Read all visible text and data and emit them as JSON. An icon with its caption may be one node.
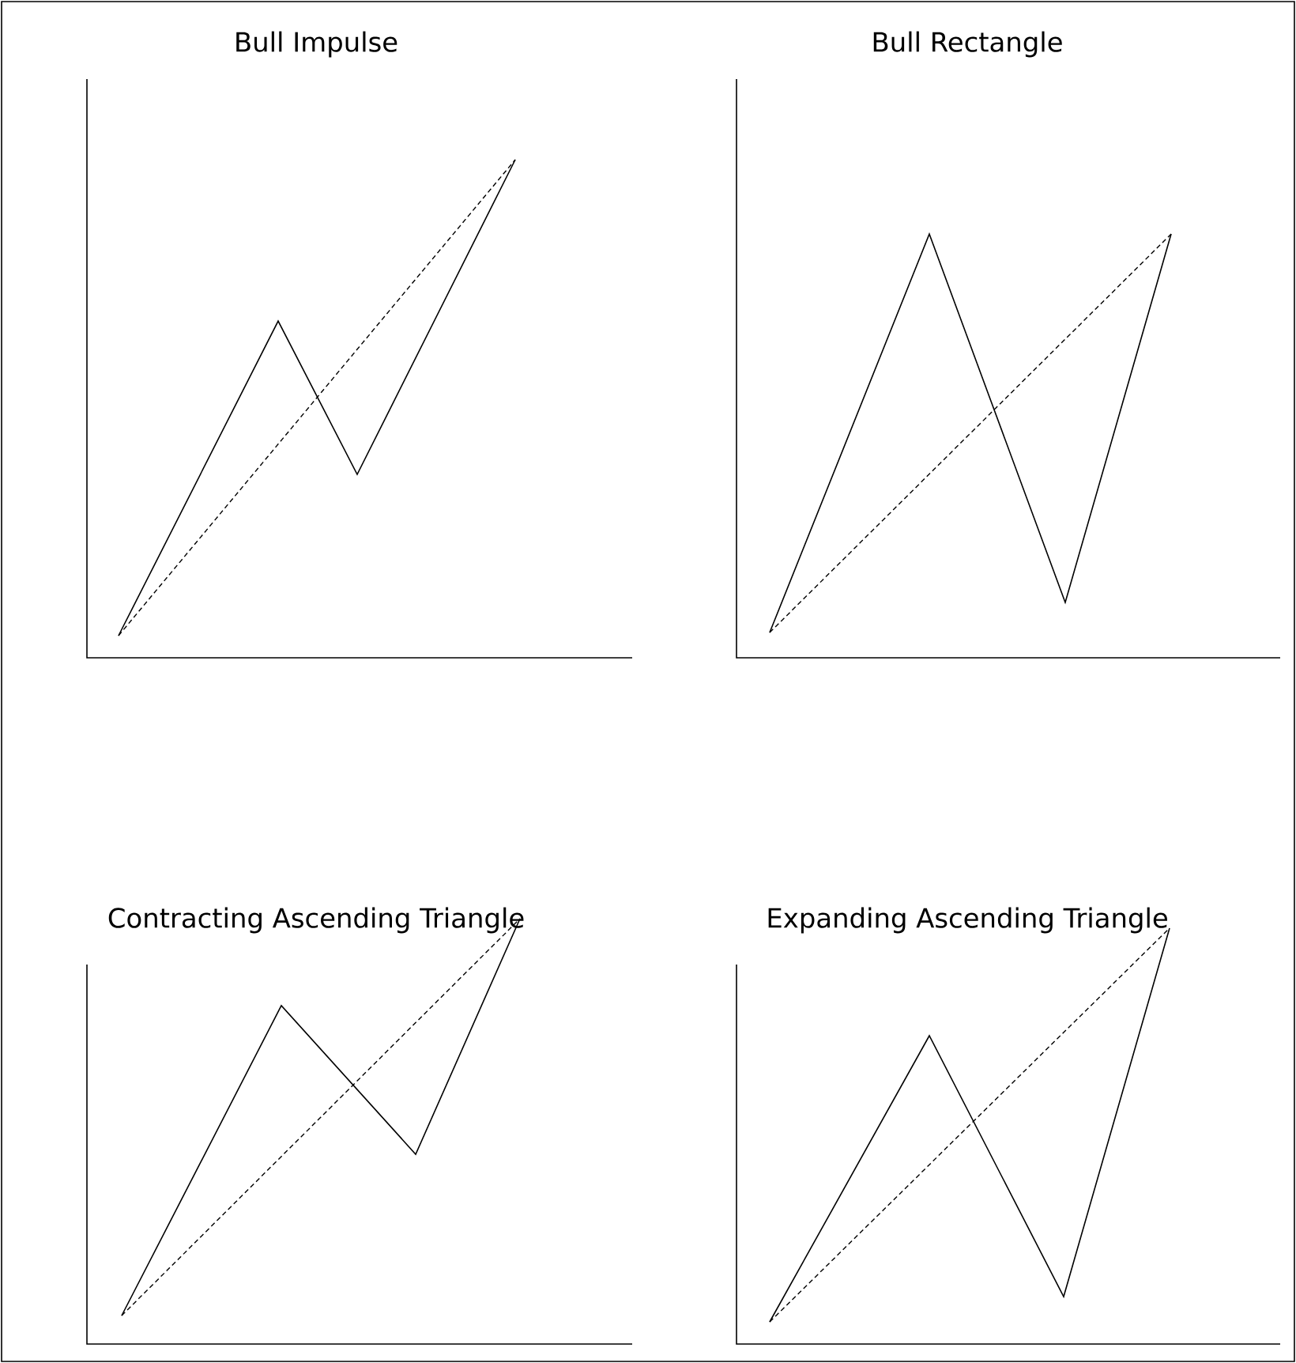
{
  "diagram": {
    "labels": [
      "Bull Impulse",
      "Bull Rectangle",
      "Contracting Ascending Triangle",
      "Expanding Ascending Triangle"
    ]
  }
}
